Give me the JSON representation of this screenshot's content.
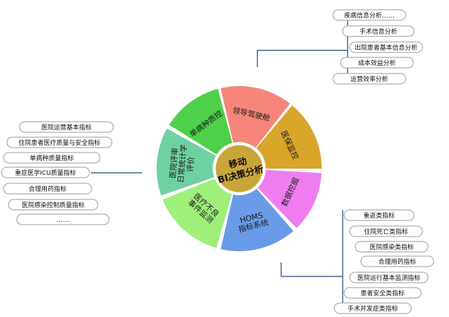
{
  "hub": {
    "line1": "移动",
    "line2": "BI决策分析",
    "fill": "#c9a53a"
  },
  "segments": [
    {
      "id": "leader",
      "label": [
        "领导驾驶舱"
      ],
      "color": "#f6857a"
    },
    {
      "id": "medical",
      "label": [
        "医保监控"
      ],
      "color": "#d9a62a"
    },
    {
      "id": "mining",
      "label": [
        "数据挖掘"
      ],
      "color": "#ee7ef0"
    },
    {
      "id": "homs",
      "label": [
        "HOMS",
        "指标系统"
      ],
      "color": "#6a9be8"
    },
    {
      "id": "adverse",
      "label": [
        "医疗不良",
        "事件监测"
      ],
      "color": "#9ef07a"
    },
    {
      "id": "review",
      "label": [
        "医院评审",
        "日常统计学",
        "评价"
      ],
      "color": "#6fd0a2"
    },
    {
      "id": "disease",
      "label": [
        "单病种质控"
      ],
      "color": "#4ed04a"
    }
  ],
  "top_right_items": [
    "疾病信息分析……",
    "手术信息分析",
    "出院患者基本信息分析",
    "成本效益分析",
    "运营效率分析"
  ],
  "left_items": [
    "医院运营基本指标",
    "住院患者医疗质量与安全指标",
    "单病种质量指标",
    "重症医学ICU质量指标",
    "合理用药指标",
    "医院感染控制质量指标",
    "……"
  ],
  "bottom_right_items": [
    "重返类指标",
    "住院死亡类指标",
    "医院感染类指标",
    "合理用药指标",
    "医院运行基本监测指标",
    "患者安全类指标",
    "手术并发症类指标"
  ]
}
